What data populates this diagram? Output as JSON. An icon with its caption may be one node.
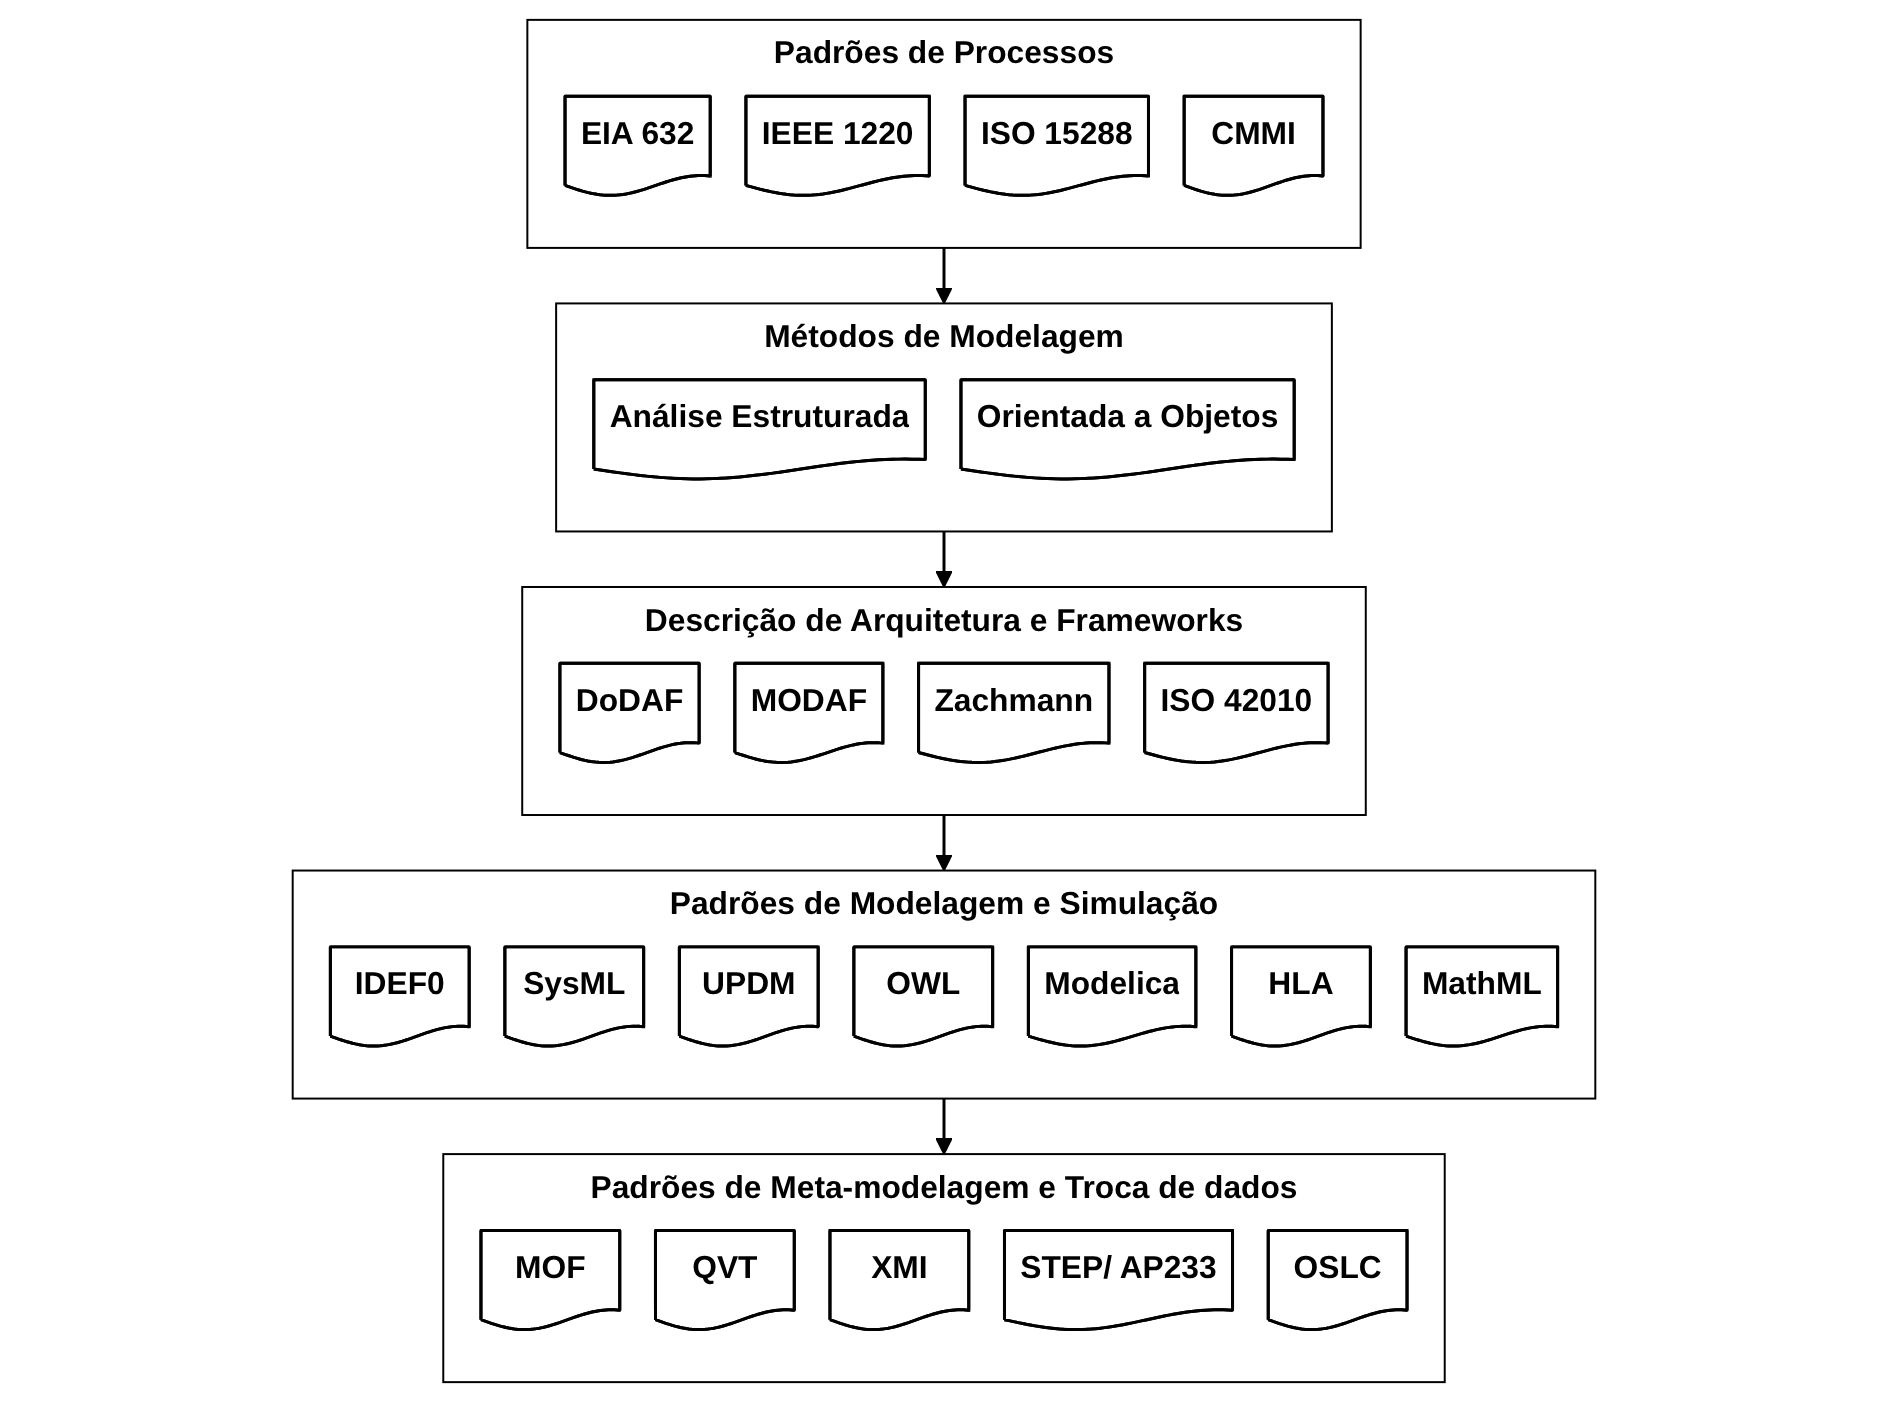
{
  "diagram": {
    "nodes": [
      {
        "text": [
          "Padrões de Processos"
        ]
      },
      {
        "text": [
          "EIA 632"
        ],
        "in": 0
      },
      {
        "text": [
          "IEEE 1220"
        ],
        "in": 0
      },
      {
        "text": [
          "ISO 15288"
        ],
        "in": 0
      },
      {
        "text": [
          "CMMI"
        ],
        "in": 0
      },
      {
        "text": [
          "Métodos de Modelagem"
        ]
      },
      {
        "text": [
          "Análise Estruturada"
        ],
        "in": 5
      },
      {
        "text": [
          "Orientada a Objetos"
        ],
        "in": 5
      },
      {
        "text": [
          "Descrição de Arquitetura e Frameworks"
        ]
      },
      {
        "text": [
          "DoDAF"
        ],
        "in": 8
      },
      {
        "text": [
          "MODAF"
        ],
        "in": 8
      },
      {
        "text": [
          "Zachmann"
        ],
        "in": 8
      },
      {
        "text": [
          "ISO 42010"
        ],
        "in": 8
      },
      {
        "text": [
          "Padrões de Modelagem e Simulação"
        ]
      },
      {
        "text": [
          "IDEF0"
        ],
        "in": 13
      },
      {
        "text": [
          "SysML"
        ],
        "in": 13
      },
      {
        "text": [
          "UPDM"
        ],
        "in": 13
      },
      {
        "text": [
          "OWL"
        ],
        "in": 13
      },
      {
        "text": [
          "Modelica"
        ],
        "in": 13
      },
      {
        "text": [
          "HLA"
        ],
        "in": 13
      },
      {
        "text": [
          "MathML"
        ],
        "in": 13
      },
      {
        "text": [
          "Padrões de Meta-modelagem e Troca de dados"
        ]
      },
      {
        "text": [
          "MOF"
        ],
        "in": 21
      },
      {
        "text": [
          "QVT"
        ],
        "in": 21
      },
      {
        "text": [
          "XMI"
        ],
        "in": 21
      },
      {
        "text": [
          "STEP/ AP233"
        ],
        "in": 21
      },
      {
        "text": [
          "OSLC"
        ],
        "in": 21
      }
    ],
    "edges": [
      {
        "from": 0,
        "to": 5,
        "arrow": "to"
      },
      {
        "from": 5,
        "to": 8,
        "arrow": "to"
      },
      {
        "from": 8,
        "to": 13,
        "arrow": "to"
      },
      {
        "from": 13,
        "to": 21,
        "arrow": "to"
      }
    ]
  }
}
